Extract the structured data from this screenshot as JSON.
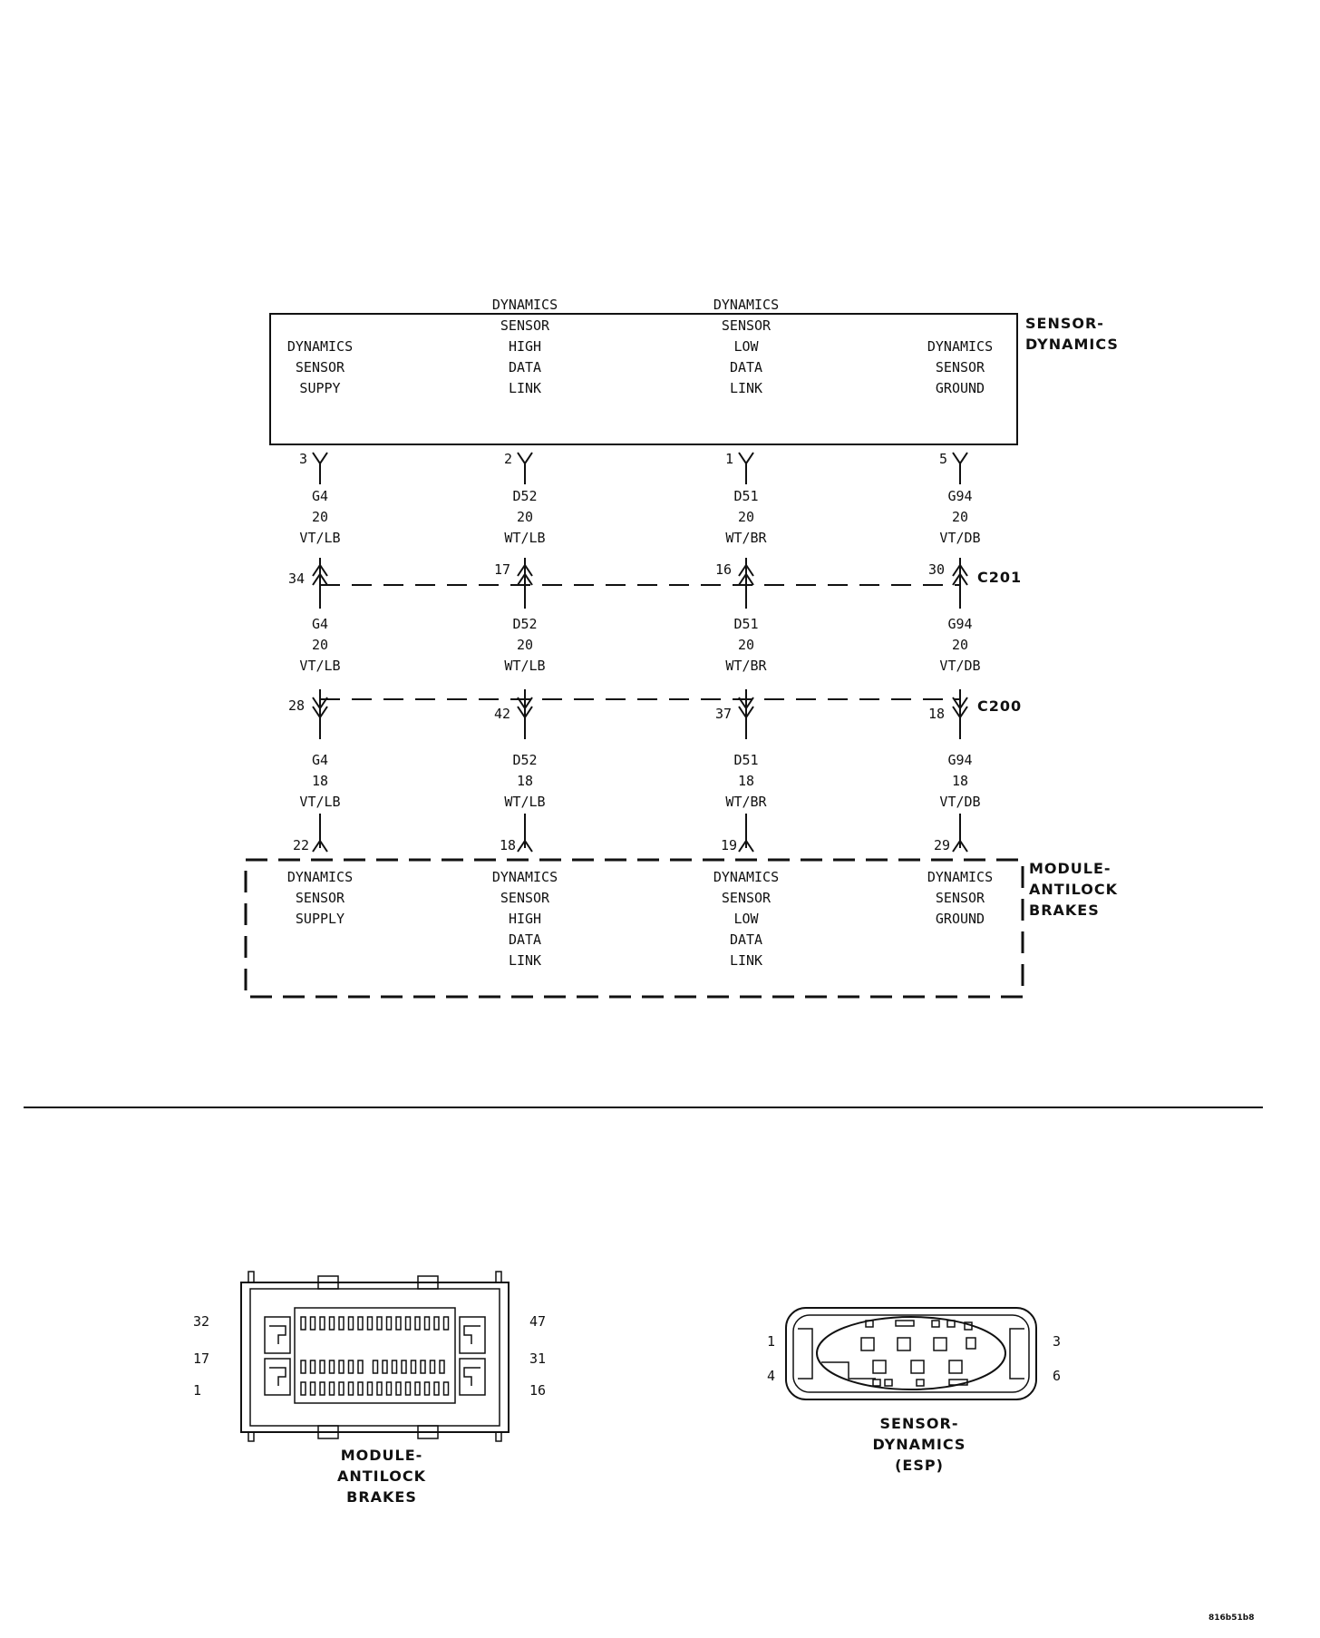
{
  "sensor_box": {
    "title_line1": "SENSOR-",
    "title_line2": "DYNAMICS",
    "circuits": [
      {
        "lines": [
          "",
          "",
          "DYNAMICS",
          "SENSOR",
          "SUPPY"
        ]
      },
      {
        "lines": [
          "DYNAMICS",
          "SENSOR",
          "HIGH",
          "DATA",
          "LINK"
        ]
      },
      {
        "lines": [
          "DYNAMICS",
          "SENSOR",
          "LOW",
          "DATA",
          "LINK"
        ]
      },
      {
        "lines": [
          "",
          "",
          "DYNAMICS",
          "SENSOR",
          "GROUND"
        ]
      }
    ],
    "pins": [
      "3",
      "2",
      "1",
      "5"
    ]
  },
  "wires_upper": [
    {
      "code": "G4",
      "gauge": "20",
      "color": "VT/LB"
    },
    {
      "code": "D52",
      "gauge": "20",
      "color": "WT/LB"
    },
    {
      "code": "D51",
      "gauge": "20",
      "color": "WT/BR"
    },
    {
      "code": "G94",
      "gauge": "20",
      "color": "VT/DB"
    }
  ],
  "connector_c201": {
    "name": "C201",
    "pins": [
      "34",
      "17",
      "16",
      "30"
    ]
  },
  "wires_middle": [
    {
      "code": "G4",
      "gauge": "20",
      "color": "VT/LB"
    },
    {
      "code": "D52",
      "gauge": "20",
      "color": "WT/LB"
    },
    {
      "code": "D51",
      "gauge": "20",
      "color": "WT/BR"
    },
    {
      "code": "G94",
      "gauge": "20",
      "color": "VT/DB"
    }
  ],
  "connector_c200": {
    "name": "C200",
    "pins": [
      "28",
      "42",
      "37",
      "18"
    ]
  },
  "wires_lower": [
    {
      "code": "G4",
      "gauge": "18",
      "color": "VT/LB"
    },
    {
      "code": "D52",
      "gauge": "18",
      "color": "WT/LB"
    },
    {
      "code": "D51",
      "gauge": "18",
      "color": "WT/BR"
    },
    {
      "code": "G94",
      "gauge": "18",
      "color": "VT/DB"
    }
  ],
  "module_box": {
    "title_line1": "MODULE-",
    "title_line2": "ANTILOCK",
    "title_line3": "BRAKES",
    "pins": [
      "22",
      "18",
      "19",
      "29"
    ],
    "circuits": [
      {
        "lines": [
          "DYNAMICS",
          "SENSOR",
          "SUPPLY",
          "",
          ""
        ]
      },
      {
        "lines": [
          "DYNAMICS",
          "SENSOR",
          "HIGH",
          "DATA",
          "LINK"
        ]
      },
      {
        "lines": [
          "DYNAMICS",
          "SENSOR",
          "LOW",
          "DATA",
          "LINK"
        ]
      },
      {
        "lines": [
          "DYNAMICS",
          "SENSOR",
          "GROUND",
          "",
          ""
        ]
      }
    ]
  },
  "abs_connector_view": {
    "label_line1": "MODULE-",
    "label_line2": "ANTILOCK",
    "label_line3": "BRAKES",
    "left_pins": [
      "32",
      "17",
      "1"
    ],
    "right_pins": [
      "47",
      "31",
      "16"
    ]
  },
  "esp_connector_view": {
    "label_line1": "SENSOR-",
    "label_line2": "DYNAMICS",
    "label_line3": "(ESP)",
    "left_pins": [
      "1",
      "4"
    ],
    "right_pins": [
      "3",
      "6"
    ]
  },
  "figure_id": "816b51b8"
}
